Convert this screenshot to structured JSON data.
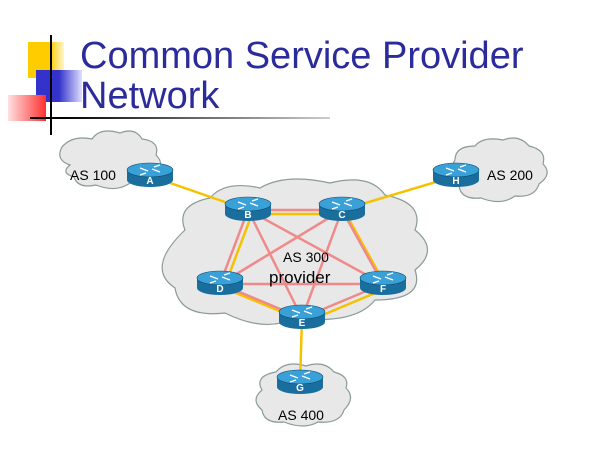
{
  "slide": {
    "title_line1": "Common Service Provider",
    "title_line2": "Network"
  },
  "diagram": {
    "clouds": [
      {
        "id": "as100",
        "label": "AS 100"
      },
      {
        "id": "as200",
        "label": "AS 200"
      },
      {
        "id": "as300",
        "label": "AS 300",
        "sublabel": "provider"
      },
      {
        "id": "as400",
        "label": "AS 400"
      }
    ],
    "routers": [
      {
        "id": "A",
        "label": "A"
      },
      {
        "id": "B",
        "label": "B"
      },
      {
        "id": "C",
        "label": "C"
      },
      {
        "id": "D",
        "label": "D"
      },
      {
        "id": "E",
        "label": "E"
      },
      {
        "id": "F",
        "label": "F"
      },
      {
        "id": "G",
        "label": "G"
      },
      {
        "id": "H",
        "label": "H"
      }
    ],
    "physical_links": [
      [
        "A",
        "B"
      ],
      [
        "C",
        "H"
      ],
      [
        "E",
        "G"
      ],
      [
        "B",
        "C"
      ],
      [
        "C",
        "F"
      ],
      [
        "F",
        "E"
      ],
      [
        "E",
        "D"
      ],
      [
        "D",
        "B"
      ]
    ],
    "ibgp_mesh": [
      [
        "B",
        "C"
      ],
      [
        "B",
        "D"
      ],
      [
        "B",
        "E"
      ],
      [
        "B",
        "F"
      ],
      [
        "C",
        "D"
      ],
      [
        "C",
        "E"
      ],
      [
        "C",
        "F"
      ],
      [
        "D",
        "E"
      ],
      [
        "D",
        "F"
      ],
      [
        "E",
        "F"
      ]
    ],
    "colors": {
      "title": "#2b2b9c",
      "physical_link": "#f5c200",
      "ibgp_link": "#f08a8a",
      "cloud_fill": "#e8e8e8",
      "cloud_stroke": "#8a9a9a",
      "router_top": "#3aa0d8",
      "router_side": "#1a6e9e"
    }
  }
}
